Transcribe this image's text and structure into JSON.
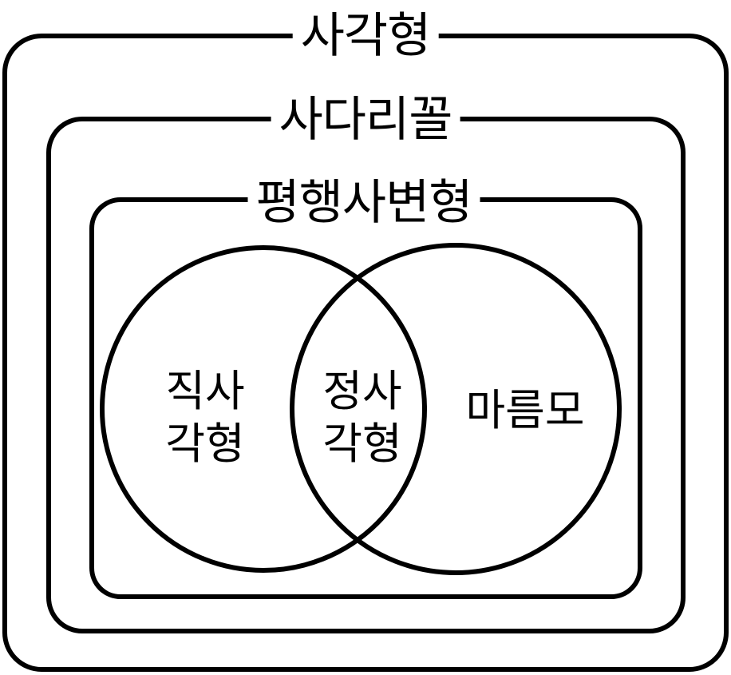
{
  "diagram": {
    "outer_box_label": "사각형",
    "middle_box_label": "사다리꼴",
    "inner_box_label": "평행사변형",
    "left_circle": {
      "line1": "직사",
      "line2": "각형"
    },
    "overlap": {
      "line1": "정사",
      "line2": "각형"
    },
    "right_circle": {
      "label": "마름모"
    },
    "stroke_color": "#000000",
    "background_color": "#ffffff"
  }
}
